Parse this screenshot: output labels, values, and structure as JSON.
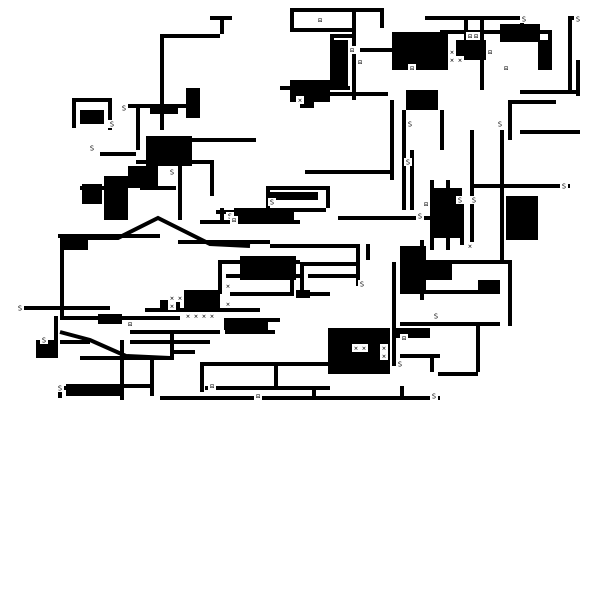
{
  "game": {
    "kind": "roguelike-tile-map",
    "palette": {
      "wall": "#000000",
      "floor": "#ffffff"
    },
    "stair_glyph": "S",
    "door_glyph": "×",
    "item_glyph": "⊡",
    "stair_count": 22,
    "door_count": 18,
    "item_count": 14
  }
}
